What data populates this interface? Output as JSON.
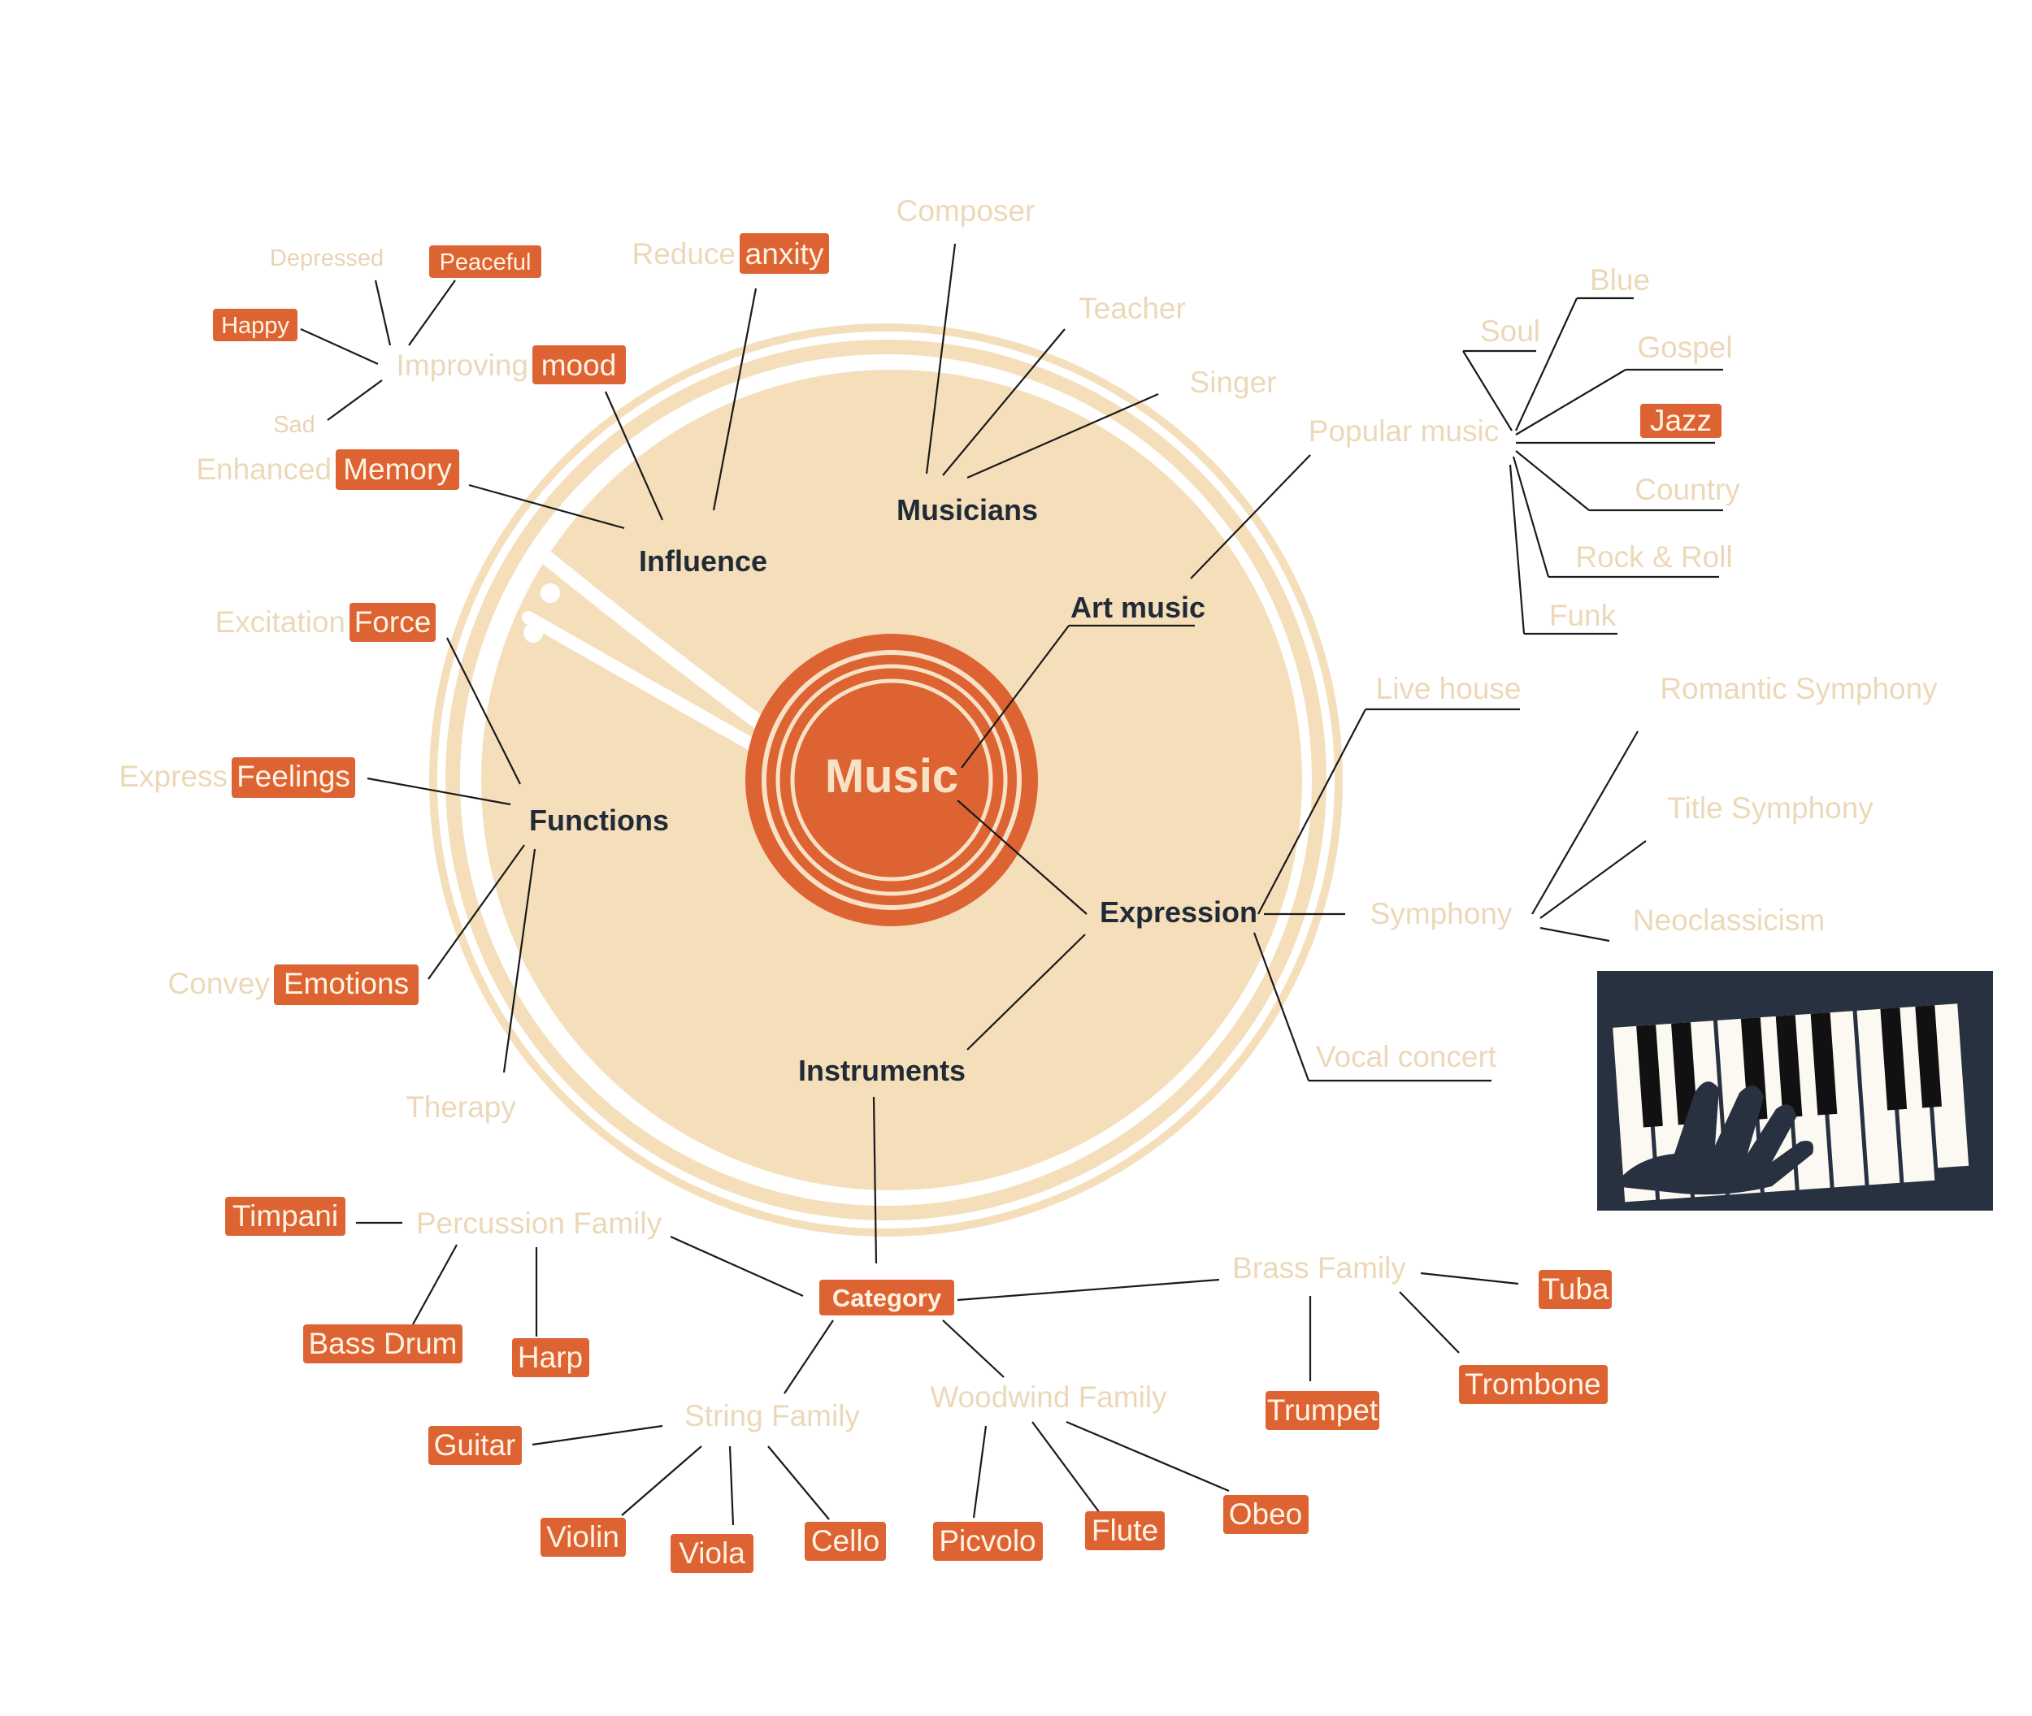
{
  "center": {
    "label": "Music"
  },
  "colors": {
    "accent": "#de6332",
    "disc": "#f5dfbb",
    "ring": "#f5dfbb",
    "light_text": "#ecd8b8",
    "dark_text": "#222a36",
    "piano_bg": "#283140"
  },
  "branches": {
    "musicians": {
      "label": "Musicians",
      "items": [
        "Composer",
        "Teacher",
        "Singer"
      ]
    },
    "influence": {
      "label": "Influence",
      "reduce": {
        "plain": "Reduce",
        "highlight": "anxity"
      },
      "mood": {
        "plain": "Improving",
        "highlight": "mood",
        "states": [
          "Depressed",
          "Peaceful",
          "Happy",
          "Sad"
        ]
      },
      "memory": {
        "plain": "Enhanced",
        "highlight": "Memory"
      }
    },
    "art_music": {
      "label": "Art music"
    },
    "popular_music": {
      "label": "Popular music",
      "genres": [
        "Soul",
        "Blue",
        "Gospel",
        "Jazz",
        "Country",
        "Rock & Roll",
        "Funk"
      ]
    },
    "functions": {
      "label": "Functions",
      "items": [
        {
          "plain": "Excitation",
          "highlight": "Force"
        },
        {
          "plain": "Express",
          "highlight": "Feelings"
        },
        {
          "plain": "Convey",
          "highlight": "Emotions"
        },
        {
          "plain": "Therapy",
          "highlight": ""
        }
      ]
    },
    "expression": {
      "label": "Expression",
      "items": [
        "Live house",
        "Symphony",
        "Vocal concert"
      ]
    },
    "symphony": {
      "items": [
        "Romantic Symphony",
        "Title Symphony",
        "Neoclassicism"
      ]
    },
    "instruments": {
      "label": "Instruments",
      "category": "Category",
      "families": {
        "percussion": {
          "label": "Percussion Family",
          "items": [
            "Timpani",
            "Bass Drum",
            "Harp"
          ]
        },
        "string": {
          "label": "String Family",
          "items": [
            "Guitar",
            "Violin",
            "Viola",
            "Cello"
          ]
        },
        "woodwind": {
          "label": "Woodwind Family",
          "items": [
            "Picvolo",
            "Flute",
            "Obeo"
          ]
        },
        "brass": {
          "label": "Brass Family",
          "items": [
            "Tuba",
            "Trombone",
            "Trumpet"
          ]
        }
      }
    }
  }
}
